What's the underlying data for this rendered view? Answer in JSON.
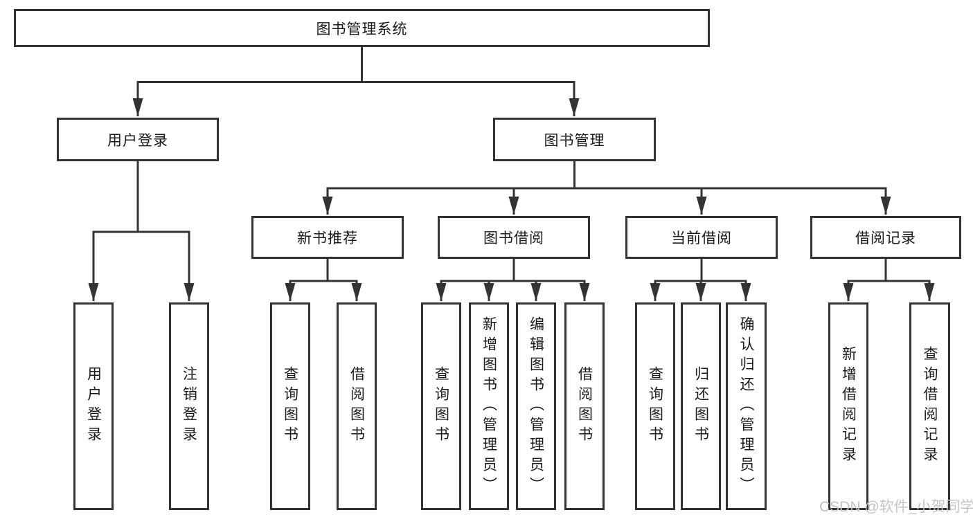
{
  "diagram": {
    "root": {
      "label": "图书管理系统",
      "children": [
        {
          "label": "用户登录",
          "children": [
            {
              "label": "用户登录"
            },
            {
              "label": "注销登录"
            }
          ]
        },
        {
          "label": "图书管理",
          "children": [
            {
              "label": "新书推荐",
              "children": [
                {
                  "label": "查询图书"
                },
                {
                  "label": "借阅图书"
                }
              ]
            },
            {
              "label": "图书借阅",
              "children": [
                {
                  "label": "查询图书"
                },
                {
                  "label": "新增图书（管理员）"
                },
                {
                  "label": "编辑图书（管理员）"
                },
                {
                  "label": "借阅图书"
                }
              ]
            },
            {
              "label": "当前借阅",
              "children": [
                {
                  "label": "查询图书"
                },
                {
                  "label": "归还图书"
                },
                {
                  "label": "确认归还（管理员）"
                }
              ]
            },
            {
              "label": "借阅记录",
              "children": [
                {
                  "label": "新增借阅记录"
                },
                {
                  "label": "查询借阅记录"
                }
              ]
            }
          ]
        }
      ]
    }
  },
  "watermark": {
    "text": "CSDN @软件_小贺同学"
  },
  "colors": {
    "line": "#333333",
    "box_border": "#333333",
    "text": "#1a1a1a",
    "watermark": "#c4c4c4",
    "background": "#ffffff"
  }
}
